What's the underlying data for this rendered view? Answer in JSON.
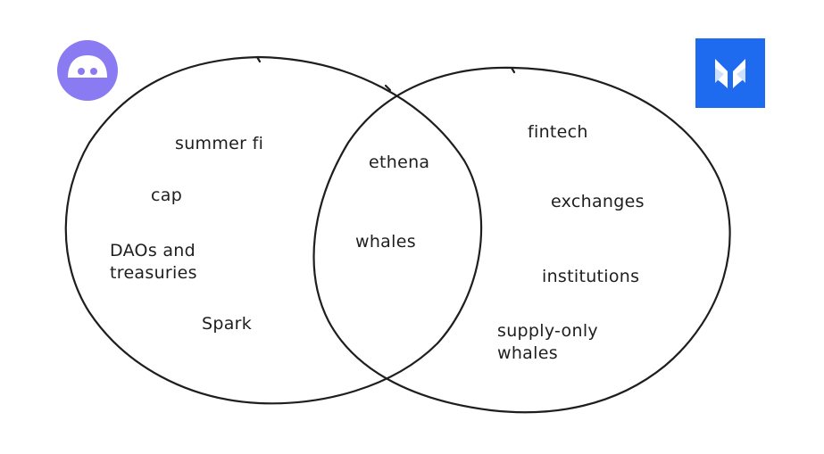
{
  "diagram": {
    "left_set": {
      "logo_icon": "morpho-face-logo-icon",
      "logo_color": "#8a7bf2",
      "items": [
        "summer fi",
        "cap",
        "DAOs and\ntreasuries",
        "Spark"
      ]
    },
    "right_set": {
      "logo_icon": "butterfly-logo-icon",
      "logo_color": "#1f6bf0",
      "items": [
        "fintech",
        "exchanges",
        "institutions",
        "supply-only\nwhales"
      ]
    },
    "intersection": {
      "items": [
        "ethena",
        "whales"
      ]
    },
    "stroke_color": "#1e1e1e",
    "background_color": "#ffffff"
  }
}
